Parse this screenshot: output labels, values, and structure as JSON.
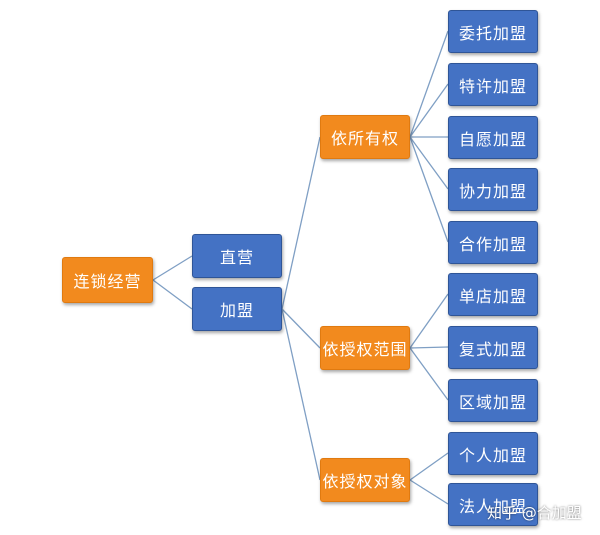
{
  "diagram": {
    "root": "连锁经营",
    "branches": {
      "direct": "直营",
      "franchise": "加盟"
    },
    "categories": {
      "ownership": "依所有权",
      "scope": "依授权范围",
      "target": "依授权对象"
    },
    "leaves": {
      "ownership": [
        "委托加盟",
        "特许加盟",
        "自愿加盟",
        "协力加盟",
        "合作加盟"
      ],
      "scope": [
        "单店加盟",
        "复式加盟",
        "区域加盟"
      ],
      "target": [
        "个人加盟",
        "法人加盟"
      ]
    }
  },
  "watermark": "知乎 @合加盟",
  "colors": {
    "orange": "#f28a1e",
    "blue": "#4472c4",
    "connector": "#7f9fc4"
  }
}
